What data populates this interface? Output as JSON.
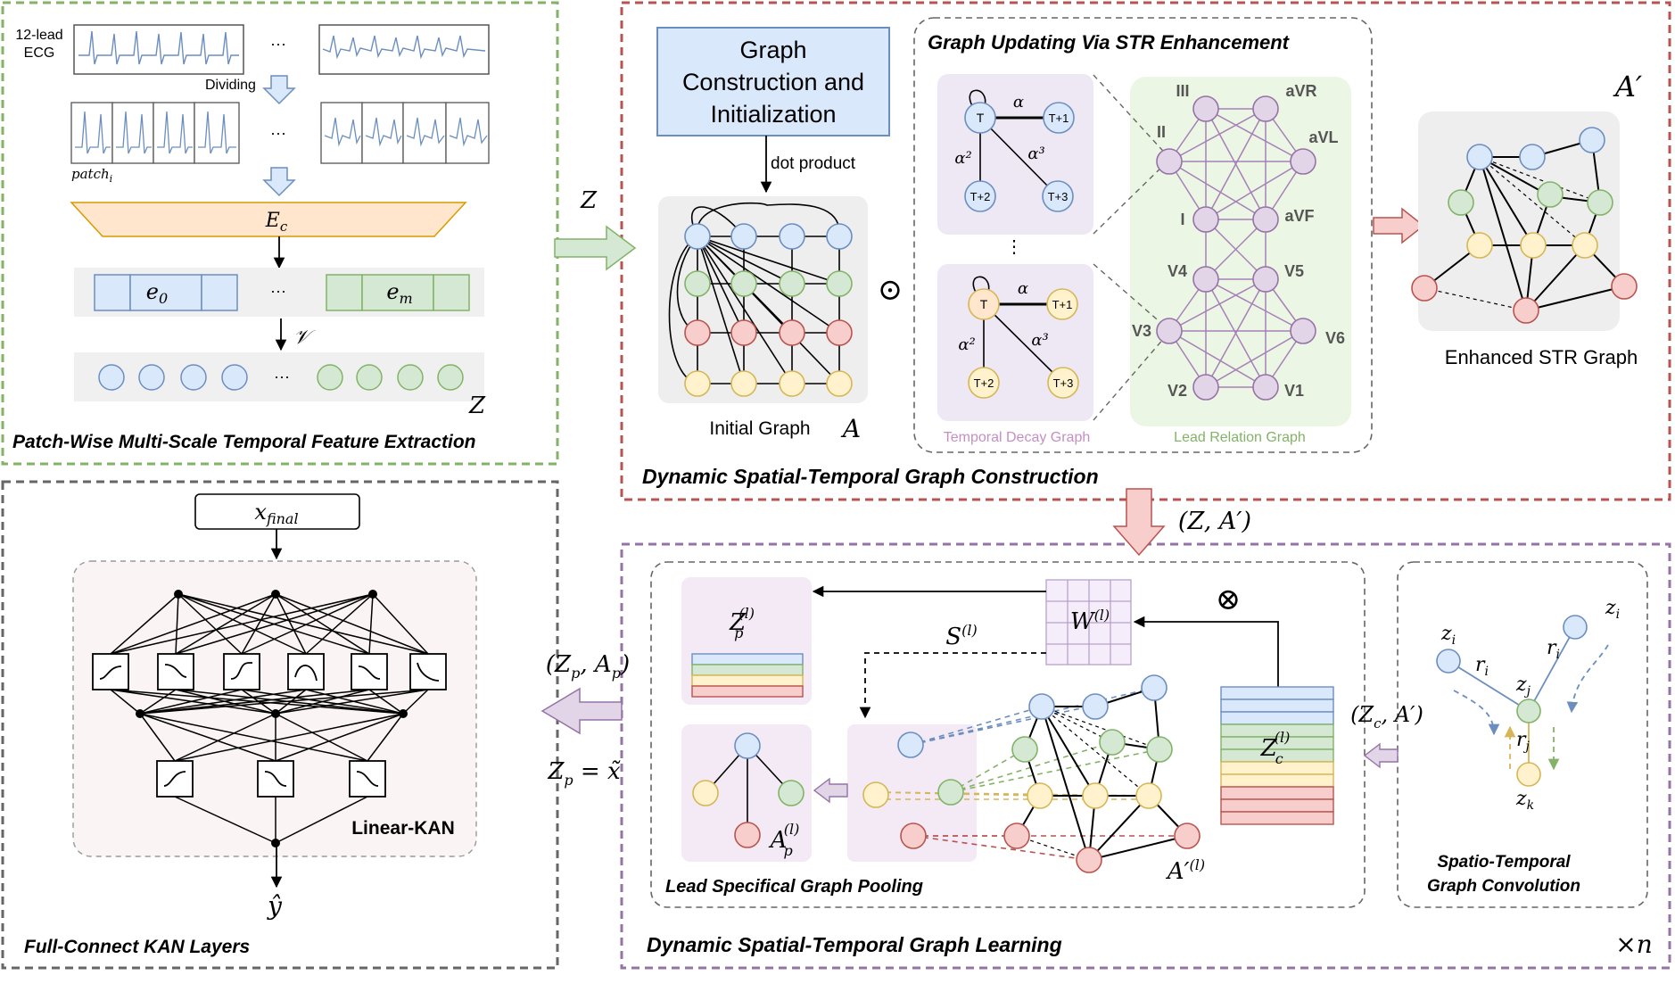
{
  "panels": {
    "feature_extraction": {
      "title": "Patch-Wise Multi-Scale Temporal Feature Extraction",
      "ecg_label_1": "12-lead",
      "ecg_label_2": "ECG",
      "dividing": "Dividing",
      "patch_label": "patch",
      "patch_sub": "i",
      "encoder": "E",
      "encoder_sub": "c",
      "e0": "e",
      "e0_sub": "0",
      "em": "e",
      "em_sub": "m",
      "v_label": "𝒱",
      "z_label": "Z",
      "ellipsis": "···"
    },
    "graph_construction": {
      "title": "Dynamic Spatial-Temporal Graph Construction",
      "construction_box": [
        "Graph",
        "Construction and",
        "Initialization"
      ],
      "dot_product": "dot product",
      "initial_graph": "Initial Graph",
      "a_label": "A",
      "odot": "⊙",
      "z_input": "Z",
      "str_title": "Graph Updating Via STR Enhancement",
      "temporal_decay_graph": "Temporal Decay Graph",
      "lead_relation_graph": "Lead Relation Graph",
      "temporal_nodes": [
        "T",
        "T+1",
        "T+2",
        "T+3"
      ],
      "alpha": "α",
      "alpha2": "α²",
      "alpha3": "α³",
      "vertical_dots": "⋮",
      "leads": [
        "III",
        "aVR",
        "II",
        "aVL",
        "I",
        "aVF",
        "V4",
        "V5",
        "V3",
        "V6",
        "V2",
        "V1"
      ],
      "enhanced_label": "Enhanced STR Graph",
      "a_prime": "A′"
    },
    "graph_learning": {
      "title": "Dynamic Spatial-Temporal Graph Learning",
      "repeat": "×n",
      "z_a_prime": "(Z, A′)",
      "otimes": "⊗",
      "w_label": "W",
      "w_sup": "(l)",
      "s_label": "S",
      "s_sup": "(l)",
      "zp_label": "Z",
      "zp_sub": "p",
      "zp_sup": "(l)",
      "ap_label": "A",
      "ap_sub": "p",
      "ap_sup": "(l)",
      "zc_label": "Z",
      "zc_sub": "c",
      "zc_sup": "(l)",
      "a_prime_l": "A′",
      "a_prime_l_sup": "(l)",
      "zc_a_prime": "(Z",
      "zc_a_prime_sub": "c",
      "zc_a_prime_tail": ", A′)",
      "pooling_title": "Lead Specifical Graph Pooling",
      "conv_title_1": "Spatio-Temporal",
      "conv_title_2": "Graph Convolution",
      "conv_labels": {
        "zi": "z",
        "zi_sub": "i",
        "ri": "r",
        "ri_sub": "i",
        "zj": "z",
        "zj_sub": "j",
        "rj": "r",
        "rj_sub": "j",
        "zk": "z",
        "zk_sub": "k"
      }
    },
    "kan": {
      "title": "Full-Connect KAN Layers",
      "x_final": "x",
      "x_final_sub": "final",
      "linear_kan": "Linear-KAN",
      "y_hat": "ŷ",
      "zp_ap": "(Z",
      "zp_ap_sub1": "p",
      "zp_ap_mid": ", A",
      "zp_ap_sub2": "p",
      "zp_ap_tail": ")",
      "zp_eq": "Z",
      "zp_eq_sub": "p",
      "zp_eq_tail": " = x̃"
    }
  },
  "colors": {
    "green_dash": "#82b366",
    "red_dash": "#b85450",
    "purple_dash": "#9673a6",
    "gray_dash": "#666666",
    "blue_fill": "#dae8fc",
    "blue_stroke": "#6c8ebf",
    "green_fill": "#d5e8d4",
    "orange_fill": "#ffe6cc",
    "yellow_fill": "#fff2cc",
    "yellow_stroke": "#d6b656",
    "red_fill": "#f8cecc",
    "purple_fill": "#e1d5e7",
    "lead_bg": "#ecf6e4",
    "decay_bg": "#eee8f4",
    "gray_bg": "#f0f0f0"
  }
}
